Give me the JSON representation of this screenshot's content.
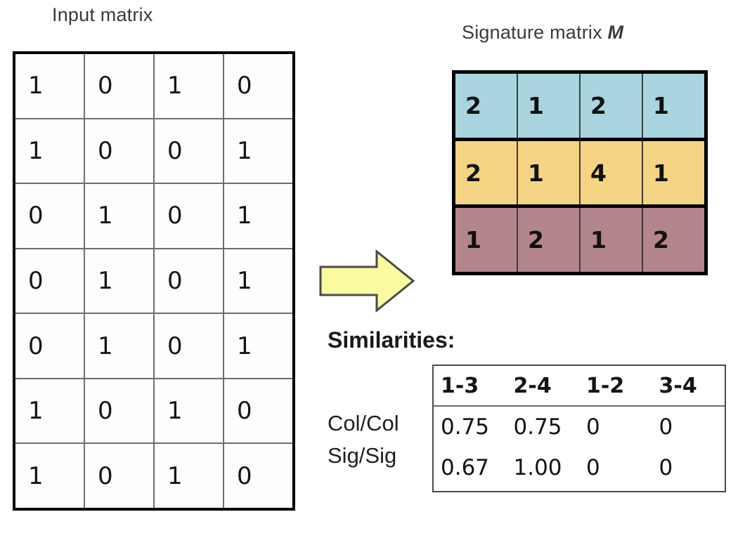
{
  "input_matrix": {
    "title": "Input matrix",
    "rows": [
      [
        "1",
        "0",
        "1",
        "0"
      ],
      [
        "1",
        "0",
        "0",
        "1"
      ],
      [
        "0",
        "1",
        "0",
        "1"
      ],
      [
        "0",
        "1",
        "0",
        "1"
      ],
      [
        "0",
        "1",
        "0",
        "1"
      ],
      [
        "1",
        "0",
        "1",
        "0"
      ],
      [
        "1",
        "0",
        "1",
        "0"
      ]
    ]
  },
  "arrow": {
    "icon": "right-arrow-icon",
    "fill": "#FAFAA0",
    "stroke": "#4A4A4A"
  },
  "signature_matrix": {
    "title_text": "Signature matrix ",
    "title_var": "M",
    "rows": [
      {
        "color": "#A8D5DF",
        "values": [
          "2",
          "1",
          "2",
          "1"
        ]
      },
      {
        "color": "#F5D583",
        "values": [
          "2",
          "1",
          "4",
          "1"
        ]
      },
      {
        "color": "#B3868C",
        "values": [
          "1",
          "2",
          "1",
          "2"
        ]
      }
    ]
  },
  "similarities": {
    "heading": "Similarities:",
    "columns": [
      "1-3",
      "2-4",
      "1-2",
      "3-4"
    ],
    "row_labels": [
      "Col/Col",
      "Sig/Sig"
    ],
    "rows": [
      [
        "0.75",
        "0.75",
        "0",
        "0"
      ],
      [
        "0.67",
        "1.00",
        "0",
        "0"
      ]
    ]
  },
  "chart_data": {
    "type": "table",
    "title": "MinHash signature similarity comparison",
    "input_matrix": {
      "title": "Input matrix",
      "n_rows": 7,
      "n_cols": 4,
      "values": [
        [
          1,
          0,
          1,
          0
        ],
        [
          1,
          0,
          0,
          1
        ],
        [
          0,
          1,
          0,
          1
        ],
        [
          0,
          1,
          0,
          1
        ],
        [
          0,
          1,
          0,
          1
        ],
        [
          1,
          0,
          1,
          0
        ],
        [
          1,
          0,
          1,
          0
        ]
      ]
    },
    "signature_matrix": {
      "title": "Signature matrix M",
      "n_rows": 3,
      "n_cols": 4,
      "row_colors": [
        "#A8D5DF",
        "#F5D583",
        "#B3868C"
      ],
      "values": [
        [
          2,
          1,
          2,
          1
        ],
        [
          2,
          1,
          4,
          1
        ],
        [
          1,
          2,
          1,
          2
        ]
      ]
    },
    "similarities": {
      "title": "Similarities:",
      "categories": [
        "1-3",
        "2-4",
        "1-2",
        "3-4"
      ],
      "series": [
        {
          "name": "Col/Col",
          "values": [
            0.75,
            0.75,
            0,
            0
          ]
        },
        {
          "name": "Sig/Sig",
          "values": [
            0.67,
            1.0,
            0,
            0
          ]
        }
      ]
    }
  }
}
